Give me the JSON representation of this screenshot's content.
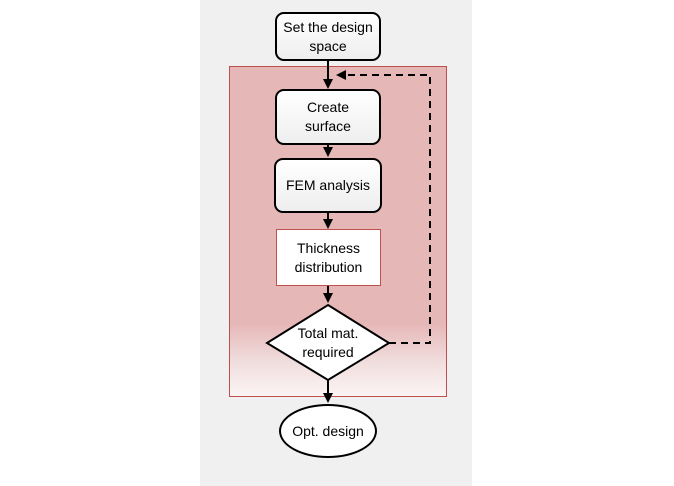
{
  "flowchart": {
    "nodes": [
      {
        "id": "design_space",
        "label": "Set the design space"
      },
      {
        "id": "create_surface",
        "label": "Create surface"
      },
      {
        "id": "fem",
        "label": "FEM analysis"
      },
      {
        "id": "thickness",
        "label": "Thickness distribution"
      },
      {
        "id": "total_mat",
        "label": "Total mat. required"
      },
      {
        "id": "opt_design",
        "label": "Opt. design"
      }
    ],
    "edges": [
      {
        "from": "design_space",
        "to": "create_surface",
        "style": "solid"
      },
      {
        "from": "create_surface",
        "to": "fem",
        "style": "solid"
      },
      {
        "from": "fem",
        "to": "thickness",
        "style": "solid"
      },
      {
        "from": "thickness",
        "to": "total_mat",
        "style": "solid"
      },
      {
        "from": "total_mat",
        "to": "opt_design",
        "style": "solid"
      },
      {
        "from": "total_mat",
        "to": "create_surface",
        "style": "dashed"
      }
    ],
    "colors": {
      "loop_fill": "#e6b7b7",
      "loop_border": "#c0504d",
      "panel": "#f0f0f0",
      "stroke": "#000000"
    }
  }
}
